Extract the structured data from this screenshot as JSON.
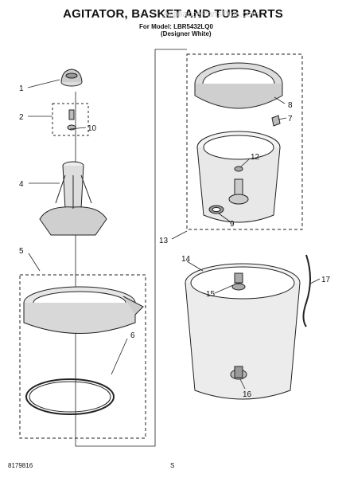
{
  "header": {
    "title": "AGITATOR, BASKET AND TUB PARTS",
    "model_line": "For Model: LBR5432LQ0",
    "color_line": "(Designer White)",
    "watermark": "AppliancePartsPros.com"
  },
  "footer": {
    "doc_number": "8179816",
    "page_letter": "S"
  },
  "callouts": [
    "1",
    "2",
    "10",
    "4",
    "5",
    "6",
    "8",
    "7",
    "12",
    "9",
    "13",
    "14",
    "15",
    "16",
    "17"
  ]
}
